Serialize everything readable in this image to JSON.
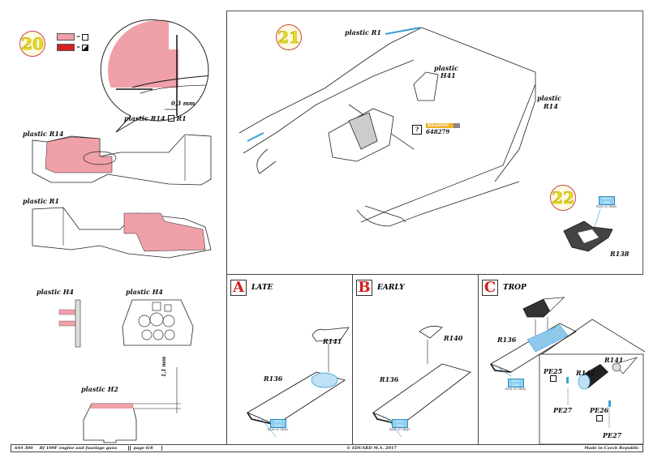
{
  "document": {
    "title": "Bf 109F engine and fuselage guns",
    "kit_number": "644 300",
    "page": "page 6/8",
    "copyright": "© EDUARD  M.A. 2017",
    "origin": "Made in Czech Republic"
  },
  "legend": {
    "items": [
      {
        "color": "#f0a0a8",
        "meaning": "glue-icon"
      },
      {
        "color": "#d62020",
        "meaning": "remove-icon"
      }
    ]
  },
  "steps": {
    "s20": {
      "number": "20",
      "detail_dimension": "0,3 mm",
      "detail_caption": "plastic R14",
      "detail_caption_b": "R1",
      "part_r14": "plastic R14",
      "part_r1": "plastic R1",
      "part_h4_side": "plastic H4",
      "part_h4_front": "plastic H4",
      "part_h2": "plastic H2",
      "dim_h2": "1,1 mm"
    },
    "s21": {
      "number": "21",
      "part_r1": "plastic R1",
      "part_h41_a": "plastic",
      "part_h41_b": "H41",
      "part_r14_a": "plastic",
      "part_r14_b": "R14",
      "brassin_symbol": "?",
      "brassin_label": "BRASSIN",
      "brassin_number": "648279"
    },
    "s22": {
      "number": "22",
      "part": "R138",
      "paint_code": "H70",
      "paint_code2": "C60",
      "paint_name": "RLM 02 GRAY"
    }
  },
  "variants": [
    {
      "letter": "A",
      "name": "LATE",
      "parts": [
        "R141",
        "R136"
      ],
      "paint_code": "H70",
      "paint_code2": "C60",
      "paint_name": "RLM 02 GRAY"
    },
    {
      "letter": "B",
      "name": "EARLY",
      "parts": [
        "R140",
        "R136"
      ],
      "paint_code": "H70",
      "paint_code2": "C60",
      "paint_name": "RLM 02 GRAY"
    },
    {
      "letter": "C",
      "name": "TROP",
      "parts": [
        "R136",
        "R141",
        "R142",
        "PE25",
        "PE26",
        "PE27",
        "PE27"
      ],
      "paint_code": "H70",
      "paint_code2": "C60",
      "paint_name": "RLM 02 GRAY"
    }
  ],
  "colors": {
    "pink": "#f0a0a8",
    "red": "#d62020",
    "blue": "#3aa0d8",
    "step_yellow": "#e8e020"
  }
}
